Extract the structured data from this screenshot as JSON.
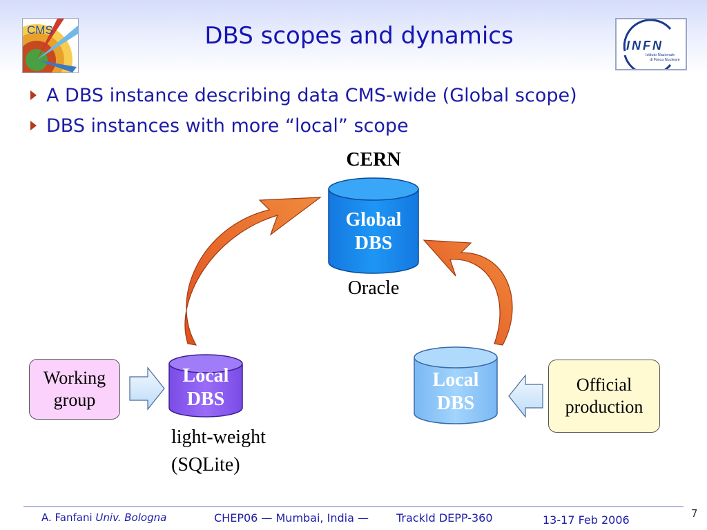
{
  "header": {
    "title": "DBS scopes and dynamics",
    "left_logo_text": "CMS",
    "right_logo": {
      "main": "INFN",
      "sub1": "Istituto Nazionale",
      "sub2": "di Fisica Nucleare"
    }
  },
  "bullets": [
    "A DBS instance describing data CMS-wide (Global scope)",
    "DBS instances with more “local” scope"
  ],
  "diagram": {
    "cern_label": "CERN",
    "global_db": {
      "line1": "Global",
      "line2": "DBS",
      "caption": "Oracle"
    },
    "local_left": {
      "line1": "Local",
      "line2": "DBS",
      "caption_line1": "light-weight",
      "caption_line2": "(SQLite)"
    },
    "local_right": {
      "line1": "Local",
      "line2": "DBS"
    },
    "working_group": {
      "line1": "Working",
      "line2": "group"
    },
    "official_production": {
      "line1": "Official",
      "line2": "production"
    }
  },
  "footer": {
    "author": "A. Fanfani",
    "affiliation": "Univ. Bologna",
    "conference": "CHEP06 — Mumbai, India —",
    "track": "TrackId DEPP-360",
    "date": "13-17 Feb 2006",
    "page": "7"
  },
  "colors": {
    "title": "#1616b2",
    "global_db": "#1a8cf0",
    "local_left_db": "#8c5ef0",
    "local_right_db": "#8cc8fa",
    "arrow": "#e06428",
    "working_group_bg": "#fbd2fb",
    "official_production_bg": "#fffad2"
  }
}
